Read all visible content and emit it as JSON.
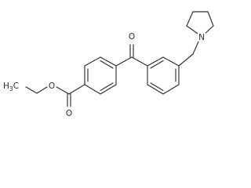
{
  "structure": {
    "labels": {
      "ketone_oxygen": "O",
      "amine_nitrogen": "N",
      "ester_carbonyl_oxygen": "O",
      "ester_ether_oxygen": "O",
      "methyl_h": "H",
      "methyl_h_subscript": "3",
      "methyl_c": "C"
    },
    "colors": {
      "bond": "#2e2e2e",
      "label": "#2e2e2e",
      "background": "#ffffff"
    }
  }
}
